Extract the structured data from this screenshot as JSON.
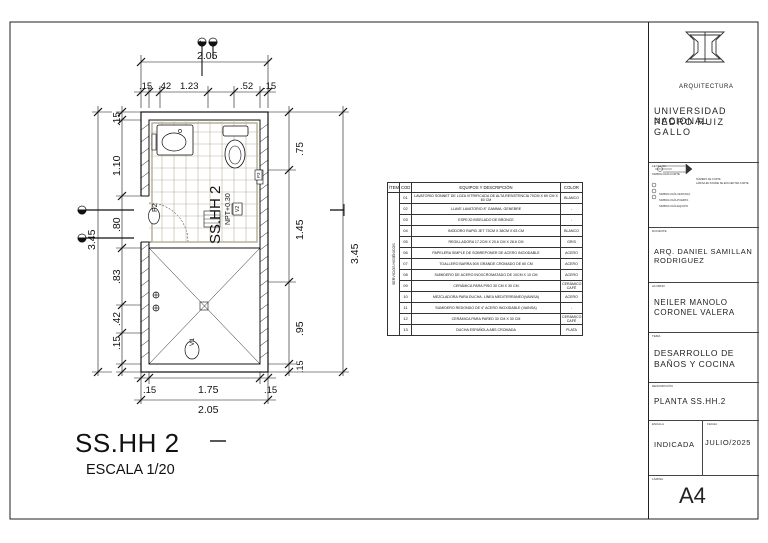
{
  "plan": {
    "title": "SS.HH 2",
    "scale": "ESCALA 1/20",
    "room_label": "SS.HH 2",
    "room_npt": "NPT+0.30",
    "door_tag": "P2",
    "window_tag": "V1",
    "section_marker": "A",
    "dims_top": [
      "2.05",
      ".15",
      ".42",
      "1.23",
      ".52",
      ".15"
    ],
    "dims_bottom": [
      ".15",
      "1.75",
      ".15",
      "2.05"
    ],
    "dims_left": [
      ".15",
      "1.10",
      ".80",
      ".83",
      ".42",
      ".15",
      "3.45"
    ],
    "dims_right": [
      ".75",
      "1.45",
      ".95",
      ".15",
      "3.45"
    ],
    "tags": [
      "V2",
      "P3",
      "D"
    ]
  },
  "equipment_table": {
    "headers": {
      "item": "ÍTEM",
      "cod": "COD",
      "description": "EQUIPOS Y DESCRIPCIÓN",
      "color": "COLOR"
    },
    "group_label": "SERVICIOS HIGIÉNICOS",
    "rows": [
      {
        "cod": "01",
        "description": "LAVATORIO SONNET DE LOZA VITRIFICADA DE ALTA RESISTENCIA 70CM X 69 CM X 60 CM",
        "color": "BLANCO"
      },
      {
        "cod": "02",
        "description": "LLAVE LAVATORIO 8\" GAMMA- GENEBRE",
        "color": "-"
      },
      {
        "cod": "03",
        "description": "ESPEJO BISELADO DE BRONCE",
        "color": "-"
      },
      {
        "cod": "04",
        "description": "INODORO RAPID JET 73CM X 38CM X 63 CM",
        "color": "BLANCO"
      },
      {
        "cod": "05",
        "description": "REGILLADORA 17.2CM X 20.6 CM X 28.6 CM",
        "color": "GRIS"
      },
      {
        "cod": "06",
        "description": "PAPELERA SIMPLE DE SOBREPONER DE ACERO INOXIDABLE",
        "color": "ACERO"
      },
      {
        "cod": "07",
        "description": "TOALLERO BARRA 50X GRANDE CROMADO DE 60 CM",
        "color": "ACERO"
      },
      {
        "cod": "08",
        "description": "SUMIDERO DE ACERO INOXCROMATADO DE 10CM X 10 CM",
        "color": "ACERO"
      },
      {
        "cod": "09",
        "description": "CERÁMICA PARA PISO 30 CM X 30 CM",
        "color": "CERÁMICO CAFÉ"
      },
      {
        "cod": "10",
        "description": "MEZCLADORA PARA DUCHA. LÍNEA MEDITERRÁNEO(VAINSA)",
        "color": "ACERO"
      },
      {
        "cod": "11",
        "description": "SUMIDERO REDONDO DE 4\" ACERO INOXIDABLE (VAINSA)",
        "color": "-"
      },
      {
        "cod": "12",
        "description": "CERÁMICA PARA PARED 30 CM X 30 CM",
        "color": "CERÁMICO CAFÉ"
      },
      {
        "cod": "13",
        "description": "DUCHA ESPAÑOLA ABS CROMADA",
        "color": "PLATA"
      }
    ]
  },
  "title_block": {
    "firm": "ARQUITECTURA",
    "university": [
      "UNIVERSIDAD NACIONAL",
      "PEDRO RUIZ GALLO"
    ],
    "legend_label": "LEYENDA",
    "legend_items": [
      "SIMBOLOGÍA CORTE",
      "SIMBOLOGÍA VENTANA",
      "SIMBOLOGÍA PUERTA",
      "SIMBOLOGÍA EQUIPO"
    ],
    "legend_cut_notes": [
      "NÚMERO DE CORTE",
      "LÁMINA EN DONDE SE ENCUENTRA CORTE"
    ],
    "docente_label": "DOCENTE",
    "docente": [
      "ARQ. DANIEL SAMILLAN",
      "RODRIGUEZ"
    ],
    "alumno_label": "ALUMNO",
    "alumno": [
      "NEILER MANOLO",
      "CORONEL VALERA"
    ],
    "tema_label": "TEMA",
    "tema": [
      "DESARROLLO DE",
      "BAÑOS Y COCINA"
    ],
    "descripcion_label": "DESCRIPCIÓN",
    "descripcion": "PLANTA SS.HH.2",
    "escala_label": "ESCALA",
    "escala": "INDICADA",
    "fecha_label": "FECHA",
    "fecha": "JULIO/2025",
    "lamina_label": "LÁMINA",
    "lamina": "A4"
  }
}
